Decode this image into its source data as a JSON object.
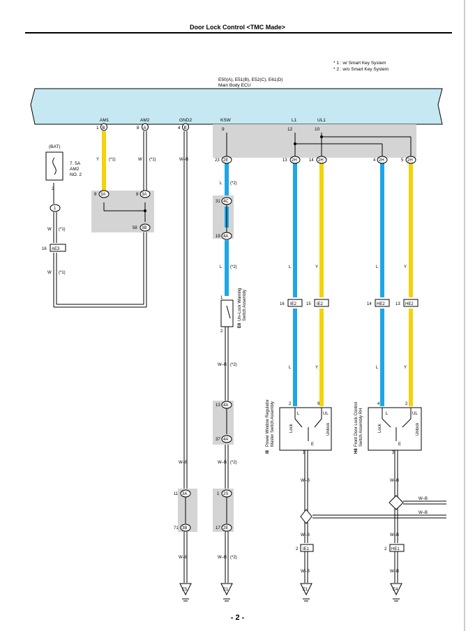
{
  "title": "Door Lock Control <TMC Made>",
  "page_number": "- 2 -",
  "notes": [
    "* 1 : w/ Smart Key System",
    "* 2 : w/o Smart Key System"
  ],
  "ecu": {
    "connectors": "E50(A), E51(B), E52(C), E61(D)",
    "name": "Main Body ECU",
    "terminals": [
      {
        "name": "AM1",
        "pin": "1",
        "conn": "B"
      },
      {
        "name": "AM2",
        "pin": "8",
        "conn": "A"
      },
      {
        "name": "GND2",
        "pin": "4",
        "conn": "B"
      },
      {
        "name": "KSW",
        "pin": "9",
        "conn": ""
      },
      {
        "name": "L1",
        "pin": "12",
        "conn": ""
      },
      {
        "name": "UL1",
        "pin": "10",
        "conn": ""
      }
    ]
  },
  "fuse": {
    "label": "(BAT)",
    "rating": "7. 5A",
    "name": "AM2",
    "no": "NO. 2",
    "pin": "2"
  },
  "connectors": {
    "c2E_23": "2E",
    "c2H_13": "2H",
    "c2H_14": "2H",
    "c2H_4": "2H",
    "c2H_5": "2H",
    "c3A_9": "3A",
    "c3A_8": "3A",
    "c3B_58": "3B",
    "c4C_31": "4C",
    "c4A_19": "4A",
    "c1_joint": "1",
    "cAE3": "AE3",
    "cIE2a": "IE2",
    "cIE2b": "IE2",
    "cHE2a": "HE2",
    "cHE2b": "HE2",
    "c4A_13": "4A",
    "c4A_37": "4A",
    "c3A_11": "3A",
    "c3B_71": "3B",
    "c2S_1": "2S",
    "c2E_17": "2E",
    "cIE1": "IE1",
    "cHE1": "HE1"
  },
  "pins": {
    "p23": "23",
    "p13": "13",
    "p14": "14",
    "p4": "4",
    "p5": "5",
    "p9": "9",
    "p8": "8",
    "p58": "58",
    "p31": "31",
    "p19": "19",
    "p16": "16",
    "p1": "1",
    "p2": "2",
    "p16b": "16",
    "p15": "15",
    "p14b": "14",
    "p13b": "13",
    "p13c": "13",
    "p37": "37",
    "p11": "11",
    "p71": "71",
    "p1b": "1",
    "p17": "17",
    "p2b": "2",
    "p9b": "9",
    "p4b": "4",
    "p2c": "2",
    "p1c": "1",
    "p3": "3",
    "p2d": "2",
    "p2e": "2"
  },
  "wires": {
    "Y": "Y",
    "W": "W",
    "WB": "W–B",
    "L": "L",
    "s1": "(*1)",
    "s2": "(*2)"
  },
  "switches": {
    "e6": {
      "id": "E6",
      "line1": "Un–Lock Warning",
      "line2": "Switch Assembly"
    },
    "i8": {
      "id": "I8",
      "line1": "Power Window Regulator",
      "line2": "Master Switch Assembly",
      "L": "L",
      "UL": "UL",
      "E": "E",
      "lock": "Lock",
      "unlock": "Unlock"
    },
    "h8": {
      "id": "H8",
      "line1": "Front Door Lock Control",
      "line2": "Switch Assembly RH",
      "L": "L",
      "UL": "UL",
      "E": "E",
      "lock": "Lock",
      "unlock": "Unlock"
    }
  },
  "grounds": [
    "E5",
    "E1",
    "E1",
    "E4"
  ],
  "colors": {
    "yellow": "#f5d20a",
    "blue": "#1fa6e6",
    "ecu": "#c6e8f2",
    "shade": "#d4d4d4"
  }
}
